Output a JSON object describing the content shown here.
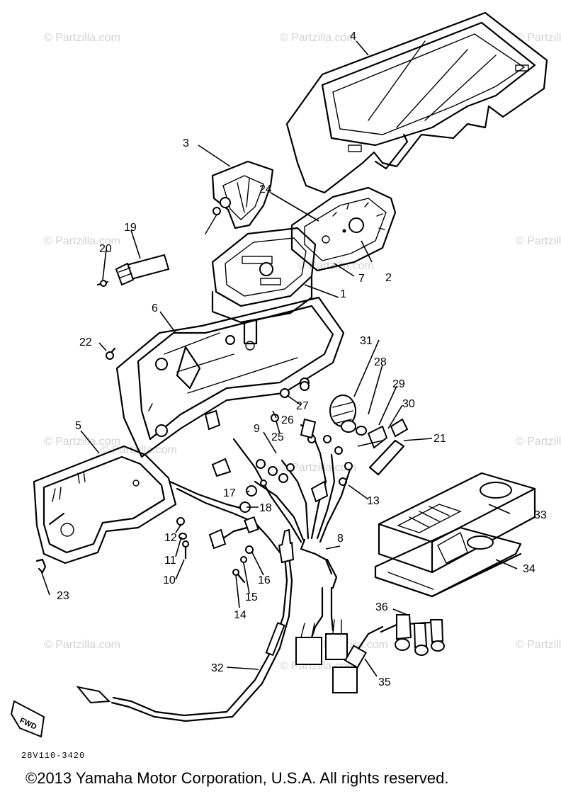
{
  "watermarks": [
    "© Partzilla.com",
    "© Partzilla.com",
    "© Partzilla.com",
    "© Partzilla.com",
    "© Partzilla.com",
    "© Partzilla.com",
    "© Partzilla.com",
    "© Partzilla.com",
    "© Partzilla.com",
    "© Partzilla.com",
    "© Partzilla.com",
    "© Partzilla.com",
    "© Partzilla.com",
    "© Partzilla.com"
  ],
  "callouts": [
    "1",
    "2",
    "3",
    "4",
    "5",
    "6",
    "7",
    "8",
    "9",
    "10",
    "11",
    "12",
    "13",
    "14",
    "15",
    "16",
    "17",
    "18",
    "19",
    "20",
    "21",
    "22",
    "23",
    "24",
    "25",
    "26",
    "27",
    "28",
    "29",
    "30",
    "31",
    "32",
    "33",
    "34",
    "35",
    "36"
  ],
  "direction_label": "FWD",
  "drawing_code": "28V110-3420",
  "copyright": "©2013  Yamaha Motor Corporation, U.S.A. All rights reserved."
}
